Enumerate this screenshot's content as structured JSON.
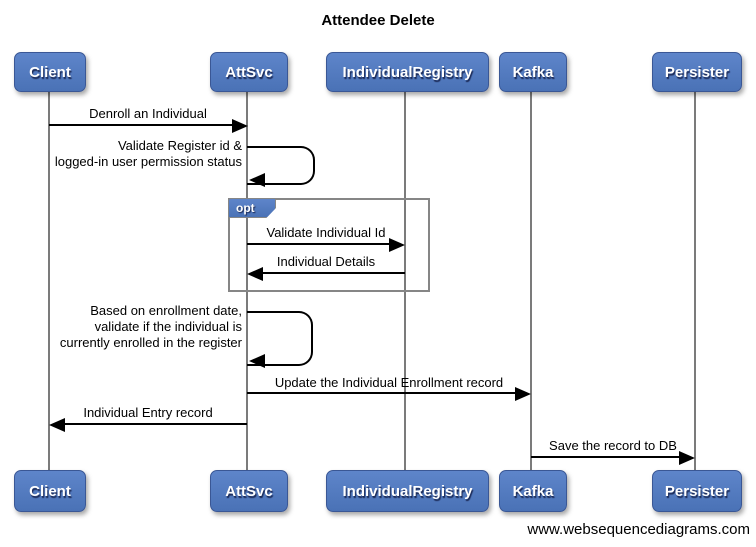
{
  "title": "Attendee Delete",
  "watermark": "www.websequencediagrams.com",
  "fragment": {
    "keyword": "opt"
  },
  "actors": [
    {
      "label": "Client"
    },
    {
      "label": "AttSvc"
    },
    {
      "label": "IndividualRegistry"
    },
    {
      "label": "Kafka"
    },
    {
      "label": "Persister"
    }
  ],
  "messages": [
    {
      "label": "Denroll an Individual",
      "from": "Client",
      "to": "AttSvc"
    },
    {
      "type": "self",
      "actor": "AttSvc",
      "lines": [
        "Validate Register id &",
        "logged-in user permission status"
      ]
    },
    {
      "label": "Validate Individual Id",
      "from": "AttSvc",
      "to": "IndividualRegistry",
      "fragment": "opt"
    },
    {
      "label": "Individual Details",
      "from": "IndividualRegistry",
      "to": "AttSvc",
      "fragment": "opt"
    },
    {
      "type": "self",
      "actor": "AttSvc",
      "lines": [
        "Based on enrollment date,",
        "validate if the individual is",
        "currently enrolled in the register"
      ]
    },
    {
      "label": "Update the Individual Enrollment record",
      "from": "AttSvc",
      "to": "Kafka"
    },
    {
      "label": "Individual Entry record",
      "from": "AttSvc",
      "to": "Client"
    },
    {
      "label": "Save the record to DB",
      "from": "Kafka",
      "to": "Persister"
    }
  ],
  "colors": {
    "actor_fill_top": "#5e85ca",
    "actor_fill_bottom": "#4a72b6",
    "actor_border": "#3a5795",
    "actor_text": "#ffffff",
    "lifeline": "#7b7b7b",
    "frame_border": "#868686",
    "arrow": "#000000",
    "background": "#ffffff"
  }
}
